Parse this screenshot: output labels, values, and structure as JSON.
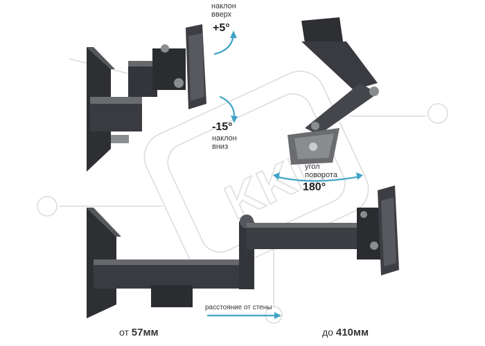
{
  "colors": {
    "accent": "#3fa4c6",
    "metal_dark": "#2e2f33",
    "metal_mid": "#55575c",
    "metal_light": "#8a8c90",
    "watermark": "#d9d9d9"
  },
  "watermark": {
    "text": "KKL"
  },
  "tilt_up": {
    "label_line1": "наклон",
    "label_line2": "вверх",
    "value": "+5°"
  },
  "tilt_down": {
    "value": "-15°",
    "label_line1": "наклон",
    "label_line2": "вниз"
  },
  "rotation": {
    "label_line1": "угол",
    "label_line2": "поворота",
    "value": "180°"
  },
  "distance": {
    "min_prefix": "от",
    "min_value": "57мм",
    "caption": "расстояние от стены",
    "max_prefix": "до",
    "max_value": "410мм"
  }
}
